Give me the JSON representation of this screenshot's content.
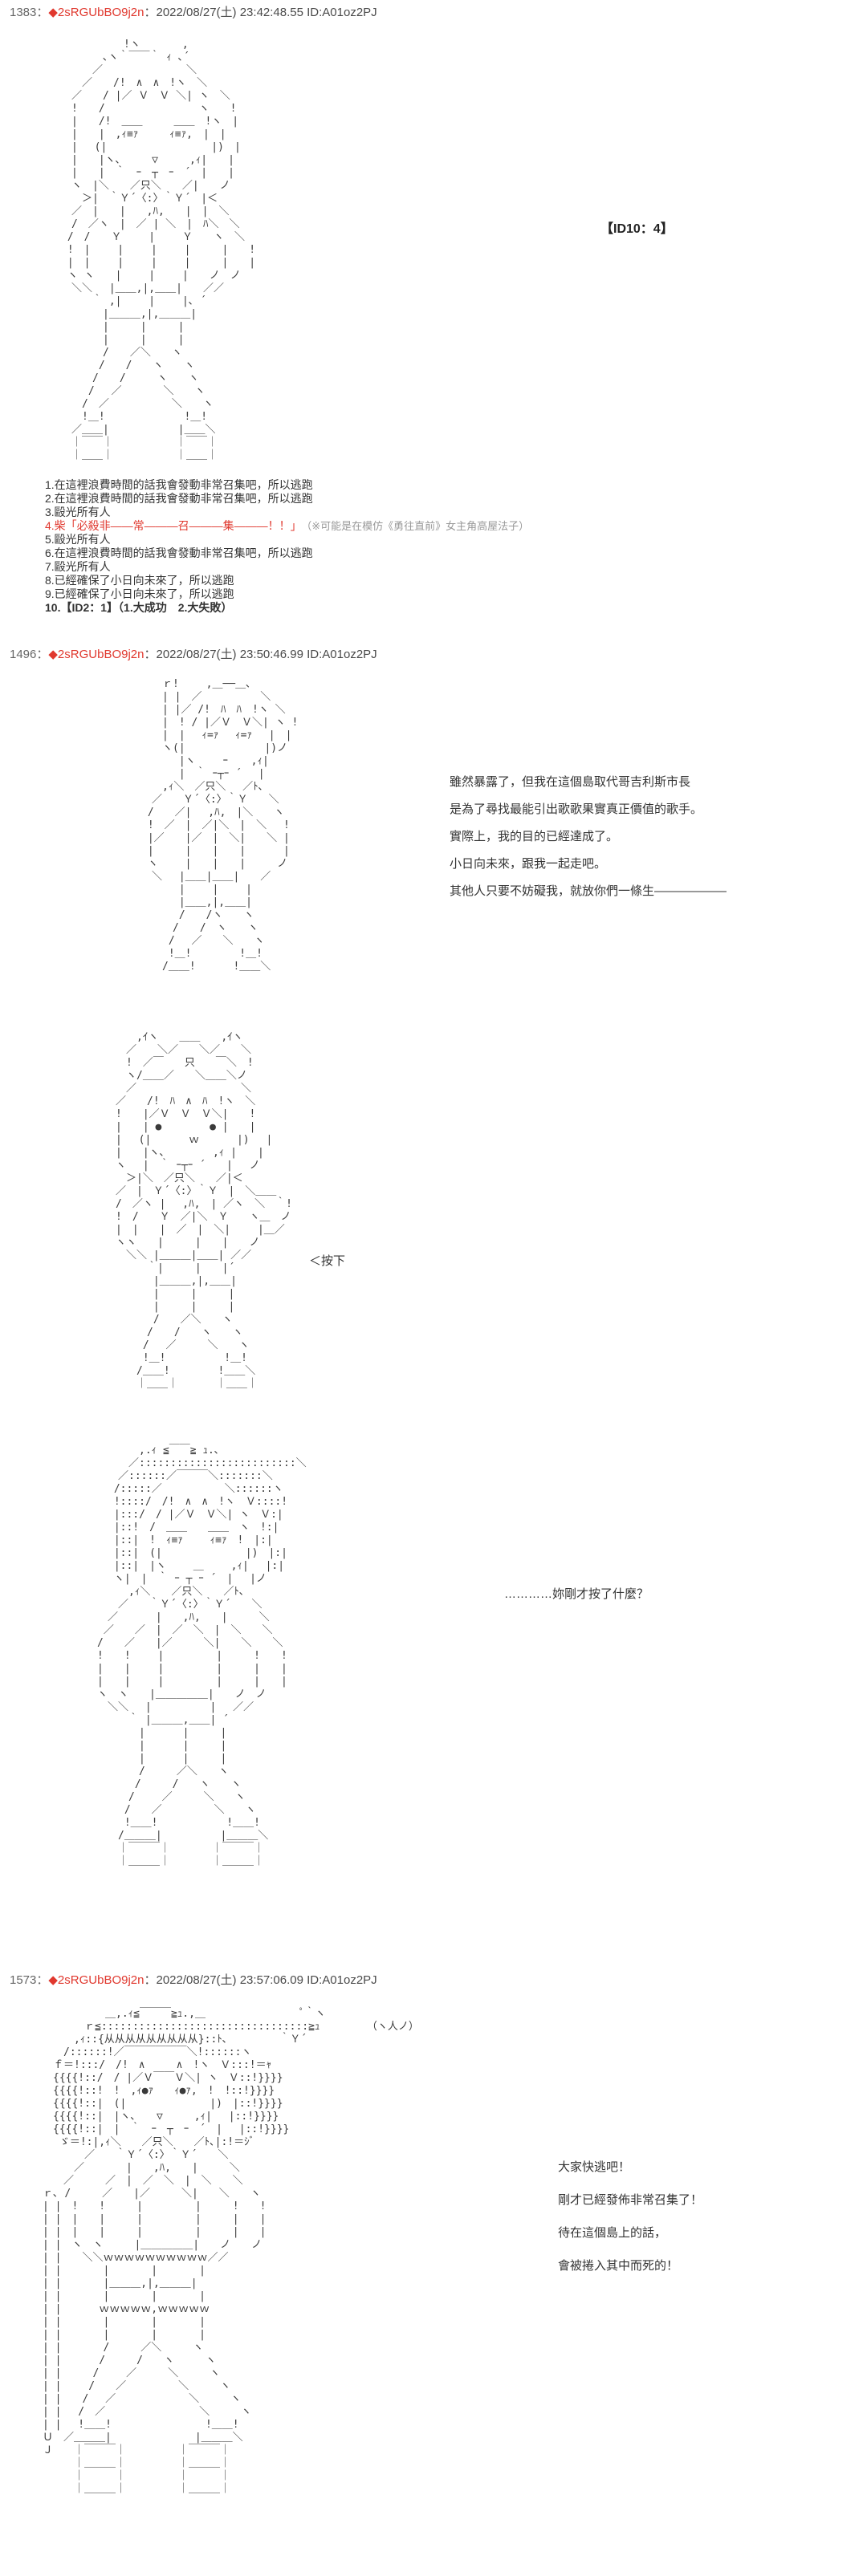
{
  "page": {
    "background": "#ffffff",
    "accent_red": "#e0382e",
    "text_color": "#333333"
  },
  "posts": [
    {
      "number": "1383",
      "sep": "：",
      "tripcode": "◆2sRGUbBO9j2n",
      "meta": "：2022/08/27(土) 23:42:48.55 ID:A01oz2PJ",
      "id_label": "【ID10：4】",
      "aa": [
        "　　　　　　　　!ヽ　　　　,",
        "　　　　　　､ヽ｀￣￣｀ ｨ ､´",
        "　　　　　／　　　　　　　　＼",
        "　　　　／　　/!　∧　∧　!ヽ　＼",
        "　　　／　　/ |／ Ｖ　Ｖ ＼| ヽ　＼",
        "　　　!　　/　　　　　　　　　ヽ　　!",
        "　　　|　　/!　＿＿　　　＿＿　!ヽ　|",
        "　　　|　　|　,ｨ≡ｧ　　　ｨ≡ｧ,　|　|",
        "　　　|　 (|　　　　　　　　　　|)　|",
        "　　　|　　|ヽ､　　　▽　　　,ｨ|　　|",
        "　　　|　　|　｀　ｰ　┬　ｰ　´　|　　|",
        "　　　ヽ　|＼　　／只＼　　／|　　ノ",
        "　　　　＞|　｀Ｙ´〈:〉｀Ｙ´　|＜",
        "　　　／　|　　|　　,ﾊ,　　|　|　＼",
        "　　　/　／ヽ　|　／ | ＼　|　ﾊ＼　＼",
        "　　 /　/　　Ｙ　　 |　　 Ｙ　　ヽ　＼",
        "　　 !　|　　 |　　 |　　 |　　　|　　!",
        "　　 |　|　　 |　　 |　　 |　　　|　　|",
        "　　 ヽ ヽ　　|　　 |　　 |　　ノ　ノ",
        "　　　＼＼　 |＿＿,|,＿＿|　　／／",
        "　　　　　｀ ,|　　 |　　 |､ ´",
        "　　　　　　|＿＿＿,|,＿＿＿|",
        "　　　　　　|　　　|　　　|",
        "　　　　　　|　　　|　　　|",
        "　　　　　　/　　／＼　　ヽ",
        "　　　　　 /　　/　　ヽ　　ヽ",
        "　　　　　/　　/　　　ヽ　　ヽ",
        "　　　　 /　 ／　　　　＼　　ヽ",
        "　　　　/　／　　　　　　＼　　ヽ",
        "　　　　!＿!　　　　　　　 !＿!",
        "　　　／＿＿|　　　　　　 |＿＿＼",
        "　　　｜￣￣｜　　　　　　｜￣￣｜",
        "　　　｜＿＿｜　　　　　　｜＿＿｜"
      ],
      "choices": [
        {
          "text": "1.在這裡浪費時間的話我會發動非常召集吧，所以逃跑"
        },
        {
          "text": "2.在這裡浪費時間的話我會發動非常召集吧，所以逃跑"
        },
        {
          "text": "3.毆光所有人"
        },
        {
          "text": "4.柴「必殺非——常———召———集———！！」",
          "note": "　（※可能是在模仿《勇往直前》女主角高屋法子）"
        },
        {
          "text": "5.毆光所有人"
        },
        {
          "text": "6.在這裡浪費時間的話我會發動非常召集吧，所以逃跑"
        },
        {
          "text": "7.毆光所有人"
        },
        {
          "text": "8.已經確保了小日向未來了，所以逃跑"
        },
        {
          "text": "9.已經確保了小日向未來了，所以逃跑"
        },
        {
          "text": "10.【ID2：1】（1.大成功　2.大失敗）"
        }
      ]
    },
    {
      "number": "1496",
      "sep": "：",
      "tripcode": "◆2sRGUbBO9j2n",
      "meta": "：2022/08/27(土) 23:50:46.99 ID:A01oz2PJ",
      "aa_top": [
        "　　　　ｒ!　　 ,＿──＿､",
        "　　　　| |　／　　　　　 ＼",
        "　　　　| |／ /!　ﾊ　ﾊ　!ヽ ＼",
        "　　　　|　! / |／Ｖ　Ｖ＼| ヽ !",
        "　　　　|　|　 ｨ=ｧ　 ｨ=ｧ　 |　|",
        "　　　　ヽ(|　　　　　　　 |)ノ",
        "　　　　　 |ヽ　　 ｰ 　 ,ｨ|",
        "　　　　　 |　｀ ｰ┬ｰ ´　 |",
        "　　　　,ｨ＼　／只＼　 ／ﾄ､",
        "　　　／　　Ｙ´〈:〉｀Ｙ　　＼",
        "　　 /　　／|　 ,ﾊ,　|＼　　ヽ",
        "　　 !　／　|　／|＼　|　＼　 !",
        "　　 |／　　|／　|　＼|　　＼ |",
        "　　 |　　　|　　|　　|　　　 |",
        "　　 ヽ　　 |　　|　　|　　　ノ",
        "　　　＼　 |＿＿|＿＿|　　／",
        "　　　　　 |　　 |　　 |",
        "　　　　　 |＿＿,|,＿＿|",
        "　　　　　 /　　/ヽ　　ヽ",
        "　　　　　/　　/　ヽ　　ヽ",
        "　　　　 /　 ／　　＼　　ヽ",
        "　　　　 !＿!　　　　 !＿!",
        "　　　　/＿＿!　　　 !＿＿＼"
      ],
      "dialogue": [
        "雖然暴露了，但我在這個島取代哥吉利斯市長",
        "是為了尋找最能引出歌歌果實真正價值的歌手。",
        "實際上，我的目的已經達成了。",
        "小日向未來，跟我一起走吧。",
        "其他人只要不妨礙我，就放你們一條生——————"
      ],
      "aa_mid": [
        "　　　　　,ｲヽ　　＿＿　　,ｲヽ",
        "　　　　／　　＼／　　＼／　　＼",
        "　　　　!　／￣　　只　　￣＼　!",
        "　　　　ヽ/＿＿／　　＼＿＿＼ノ",
        "　　　　／　　　　　　　　　　＼",
        "　　　／　　/!　ﾊ　∧　ﾊ　!ヽ　＼",
        "　　　!　　|／Ｖ　Ｖ　Ｖ＼|　　!",
        "　　　|　　| ●　　　　 ● |　　|",
        "　　　|　 (|　　　 ｗ　　　 |)　 |",
        "　　　|　　|ヽ､　　　　 ,ｨ |　　|",
        "　　　ヽ　 |　｀ ｰ┬ｰ ´　　|　 ノ",
        "　　　　＞|＼　／只＼　　／|＜",
        "　　　／　|　Ｙ´〈:〉｀Ｙ　|　＼＿＿",
        "　　　/　／ヽ |　 ,ﾊ,　| ／ヽ　＼　｀!",
        "　　　!　/　　Ｙ　／|＼　Ｙ　　ヽ＿　ノ",
        "　　　|　|　　|　／　|　＼|　　 |＿／",
        "　　　ヽヽ　　|　　　|　　|　　ノ",
        "　　　　＼＼ |＿＿＿|＿＿| ／／",
        "　　　　　　｀|　　　|　　|´",
        "　　　　　　 |＿＿＿,|,＿＿|",
        "　　　　　　 |　　　|　　　|",
        "　　　　　　 |　　　|　　　|",
        "　　　　　　 /　　／＼　　ヽ",
        "　　　　　　/　　/　　ヽ　　ヽ",
        "　　　　　 /　 ／　　　＼　　ヽ",
        "　　　　　 !＿!　　　　　 !＿!",
        "　　　　　/＿＿!　　　　 !＿＿＼",
        "　　　　　｜＿＿｜　　　 ｜＿＿｜"
      ],
      "press_caption": "＜按下",
      "aa_bottom": [
        "　　　　　　,.ｨ ≦￣￣≧ ｭ.､",
        "　　　　　／:::::::::::::::::::::::::＼",
        "　　　　／::::::／￣￣￣＼:::::::＼",
        "　　　 /:::::／　　　　　　＼::::::ヽ",
        "　　　 !::::/　/!　∧　∧　!ヽ　Ｖ::::!",
        "　　　 |:::/　/ |／Ｖ　Ｖ＼| ヽ　Ｖ:|",
        "　　　 |::!　/　＿＿　　＿＿　ヽ　!:|",
        "　　　 |::|　!　ｨ≡ｧ　　 ｨ≡ｧ　!　|:|",
        "　　　 |::|　(|　　　　　　　　|)　|:|",
        "　　　 |::|　|ヽ　　 ＿　　 ,ｨ|　 |:|",
        "　　　 ヽ|　|　｀ ｰ ┬ ｰ ´　|　 |ノ",
        "　　　　　,ｨ＼　　／只＼　　／ﾄ､",
        "　　　　／　　｀Ｙ´〈:〉｀Ｙ´　　＼",
        "　　　／　　　 |　　,ﾊ,　　|　　　＼",
        "　　 ／　　／　|　／　＼　|　＼　　＼",
        "　　/　　／　　|／　　　＼|　　＼　　＼",
        "　　!　　!　　 |　　　　　|　　　!　　!",
        "　　|　　|　　 |　　　　　|　　　|　　|",
        "　　|　　|　　 |　　　　　|　　　|　　|",
        "　　ヽ　ヽ　　|＿＿＿＿＿|　　ノ　ノ",
        "　　　＼＼　 |　　　　　 |　 ／／",
        "　　　　　｀ |＿＿＿,＿＿| ´",
        "　　　　　　|　　　 |　　　|",
        "　　　　　　|　　　 |　　　|",
        "　　　　　　|　　　 |　　　|",
        "　　　　　　/　　　／＼　　ヽ",
        "　　　　　 /　　　/　　ヽ　　ヽ",
        "　　　　　/　　 ／　　　＼　　ヽ",
        "　　　　 /　　／　　　　　＼　　ヽ",
        "　　　　 !＿＿!　　　　　　 !＿＿!",
        "　　　　/＿＿＿|　　　　　 |＿＿＿＼",
        "　　　　｜￣￣￣｜　　　　｜￣￣￣｜",
        "　　　　｜＿＿＿｜　　　　｜＿＿＿｜"
      ],
      "reaction_caption": "…………妳剛才按了什麼？"
    },
    {
      "number": "1573",
      "sep": "：",
      "tripcode": "◆2sRGUbBO9j2n",
      "meta": "：2022/08/27(土) 23:57:06.09 ID:A01oz2PJ",
      "aa": [
        "　　　　　　　＿,.ｨ≦￣￣￣≧ｭ.,＿　　　　　　　　　ﾟ｀ヽ",
        "　　　　　ｒ≦:::::::::::::::::::::::::::::::::≧ｭ　　　　　（ヽ人ノ）",
        "　　　　,ｨ::{从从从从从从从从从}::ﾄ､　　　　　｀Ｙ´",
        "　　　/::::::!／￣￣￣￣￣￣＼!::::::ヽ",
        "　　ｆ＝!:::/　/!　∧　　　∧　!ヽ　Ｖ:::!＝ｬ",
        "　　{{{{!::/　/ |／Ｖ￣￣Ｖ＼| ヽ　Ｖ::!}}}}",
        "　　{{{{!::!　!　,ｨ●ｧ　　ｨ●ｧ,　!　!::!}}}}",
        "　　{{{{!::|　(|　　　　　　　　|)　|::!}}}}",
        "　　{{{{!::|　|ヽ､　　▽　　　,ｨ|　 |::!}}}}",
        "　　{{{{!::|　|　｀　ｰ　┬　ｰ　´　|　 |::!}}}}",
        "　　 ゞ＝!:|,ｨ＼　　／只＼　　／ﾄ､|:!＝ｼﾞ",
        "　　　　　／　　｀Ｙ´〈:〉｀Ｙ´　　＼",
        "　　　　／　　　　|　　,ﾊ,　　|　　　＼",
        "　　　／　　　／　|　／　＼　|　＼　　＼",
        "　ｒ､ /　　　／　　|／　　　＼|　　＼　　ヽ",
        "　| |　!　　!　　　|　　　　　|　　　!　　!",
        "　| |　|　　|　　　|　　　　　|　　　|　　|",
        "　| |　|　　|　　　|　　　　　|　　　|　　|",
        "　| |　ヽ　ヽ　　　|＿＿＿＿＿|　　ノ　　ノ",
        "　| |　　＼＼ｗｗｗｗｗｗｗｗｗｗ／／",
        "　| |　　　　|　　　　|　　　　|",
        "　| |　　　　|＿＿＿,|,＿＿＿|",
        "　| |　　　　|　　　　|　　　　|",
        "　| |　　　 ｗｗｗｗｗ,ｗｗｗｗｗ",
        "　| |　　　　|　　　　|　　　　|",
        "　| |　　　　|　　　　|　　　　|",
        "　| |　　　　/　　　／＼　　　ヽ",
        "　| |　　　 /　　　/　　ヽ　　　ヽ",
        "　| |　　　/　　 ／　　　＼　　　ヽ",
        "　| |　　 /　　／　　　　　＼　　　ヽ",
        "　| |　　/　 ／　　　　　　　＼　　　ヽ",
        "　| |　 /　／　　　　　　　　　＼　　　ヽ",
        "　| |　 !＿＿!　　　　　　　　　!＿＿!",
        "　Ｕ　／＿＿＿|　　　　　　　　|＿＿＿＼",
        "　Ｊ　　｜￣￣￣｜　　　　　｜￣￣￣｜",
        "　　　　｜＿＿＿｜　　　　　｜＿＿＿｜",
        "　　　　｜　　　｜　　　　　｜　　　｜",
        "　　　　｜＿＿＿｜　　　　　｜＿＿＿｜"
      ],
      "dialogue": [
        "大家快逃吧！",
        "剛才已經發佈非常召集了！",
        "待在這個島上的話，",
        "會被捲入其中而死的！"
      ]
    }
  ]
}
